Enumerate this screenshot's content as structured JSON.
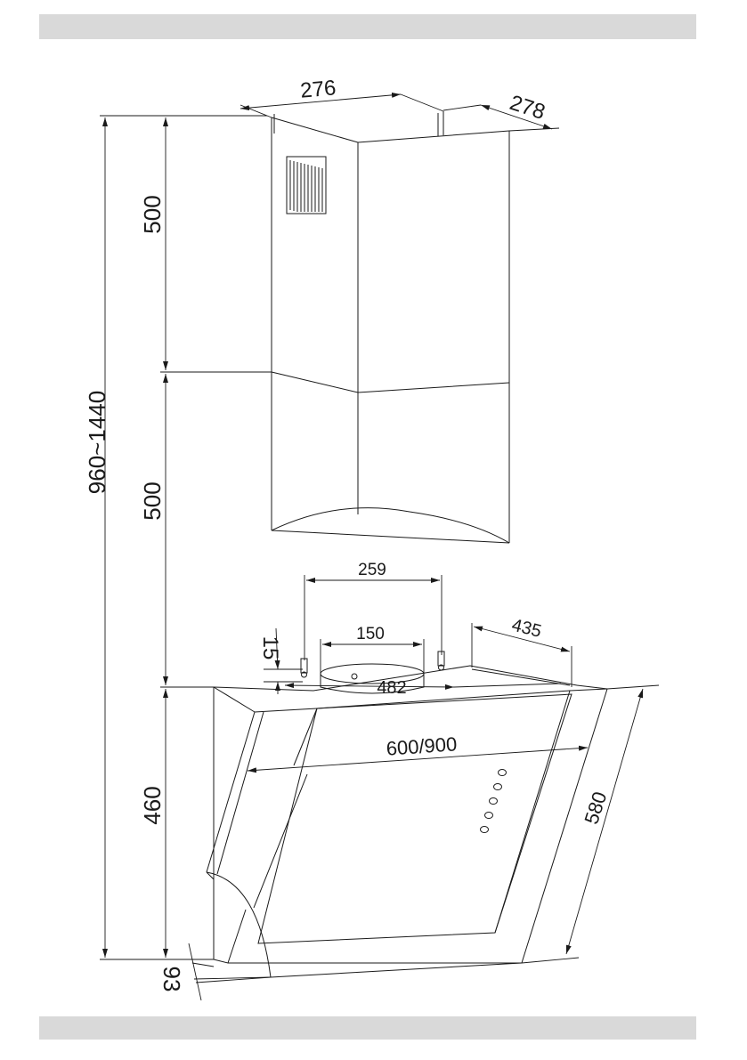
{
  "dimensions": {
    "total_height": "960~1440",
    "upper_chimney": "500",
    "lower_chimney": "500",
    "hood_height": "460",
    "bottom_offset": "93",
    "chimney_width": "276",
    "chimney_depth": "278",
    "bracket_spacing": "259",
    "outlet_diameter": "150",
    "top_depth": "435",
    "wall_offset": "15",
    "top_width": "482",
    "hood_width": "600/900",
    "hood_depth": "580"
  },
  "colors": {
    "line": "#1a1a1a",
    "bar": "#d9d9d9",
    "background": "#ffffff"
  }
}
